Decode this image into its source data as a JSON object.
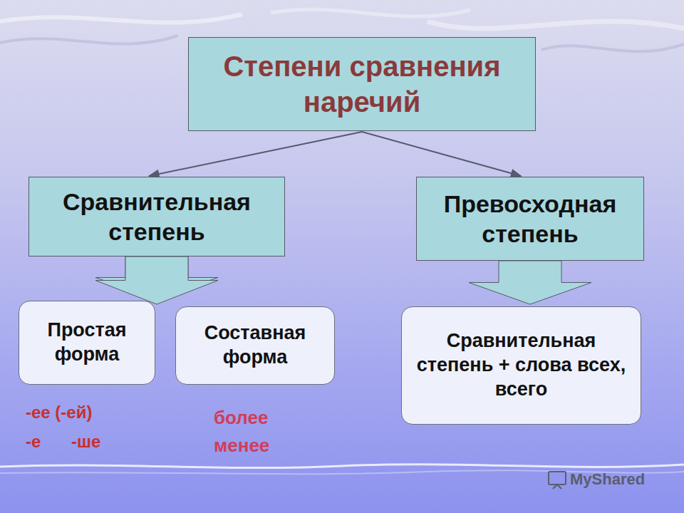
{
  "diagram": {
    "nodes": [
      {
        "text": [
          "Степени сравнения наречий"
        ]
      },
      {
        "text": [
          "Сравнительная степень"
        ]
      },
      {
        "text": [
          "Превосходная степень"
        ]
      },
      {
        "text": [
          "Простая форма"
        ]
      },
      {
        "text": [
          "Составная форма"
        ]
      },
      {
        "text": [
          "Сравнительная степень + слова всех, всего"
        ]
      }
    ],
    "edges": [
      {
        "from": 0,
        "to": 1,
        "arrow": "to"
      },
      {
        "from": 0,
        "to": 2,
        "arrow": "to"
      },
      {
        "from": 1,
        "to": 3,
        "arrow": "to"
      },
      {
        "from": 1,
        "to": 4,
        "arrow": "to"
      },
      {
        "from": 2,
        "to": 5,
        "arrow": "to"
      }
    ],
    "labels": [
      "-ее (-ей)",
      "-е",
      "-ше",
      "более",
      "менее",
      "MyShared"
    ]
  }
}
